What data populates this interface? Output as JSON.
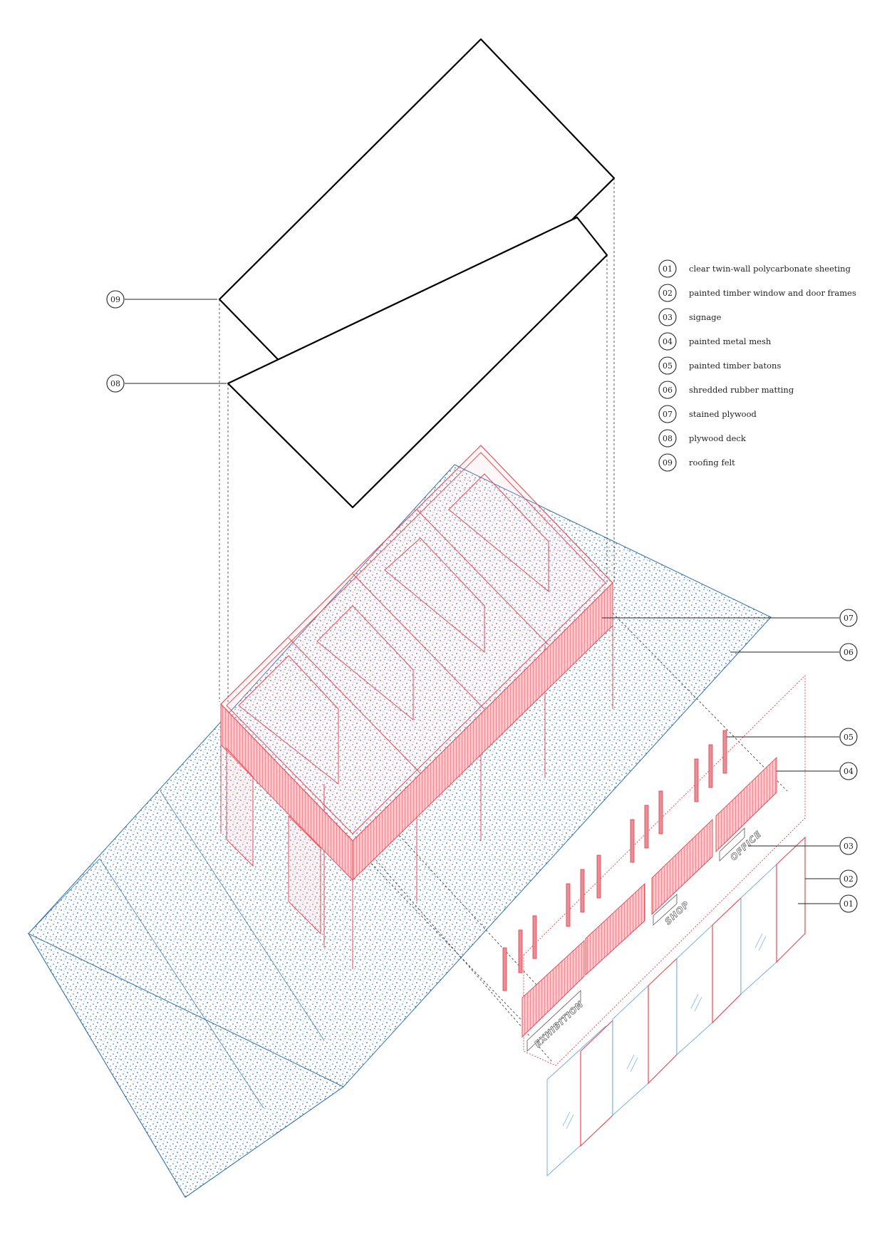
{
  "legend": {
    "items": [
      {
        "num": "01",
        "label": "clear twin-wall polycarbonate sheeting"
      },
      {
        "num": "02",
        "label": "painted timber window and door frames"
      },
      {
        "num": "03",
        "label": "signage"
      },
      {
        "num": "04",
        "label": "painted metal mesh"
      },
      {
        "num": "05",
        "label": "painted timber batons"
      },
      {
        "num": "06",
        "label": "shredded rubber matting"
      },
      {
        "num": "07",
        "label": "stained plywood"
      },
      {
        "num": "08",
        "label": "plywood deck"
      },
      {
        "num": "09",
        "label": "roofing felt"
      }
    ]
  },
  "callouts": {
    "left": [
      "09",
      "08"
    ],
    "right": [
      "07",
      "06",
      "05",
      "04",
      "03",
      "02",
      "01"
    ]
  },
  "signage": {
    "exhibition": "EXHIBITION",
    "shop": "SHOP",
    "office": "OFFICE"
  },
  "colors": {
    "frame_red": "#e0505a",
    "ground_blue": "#2f6fae",
    "glass_blue": "#7aaee0",
    "line_black": "#000000"
  }
}
